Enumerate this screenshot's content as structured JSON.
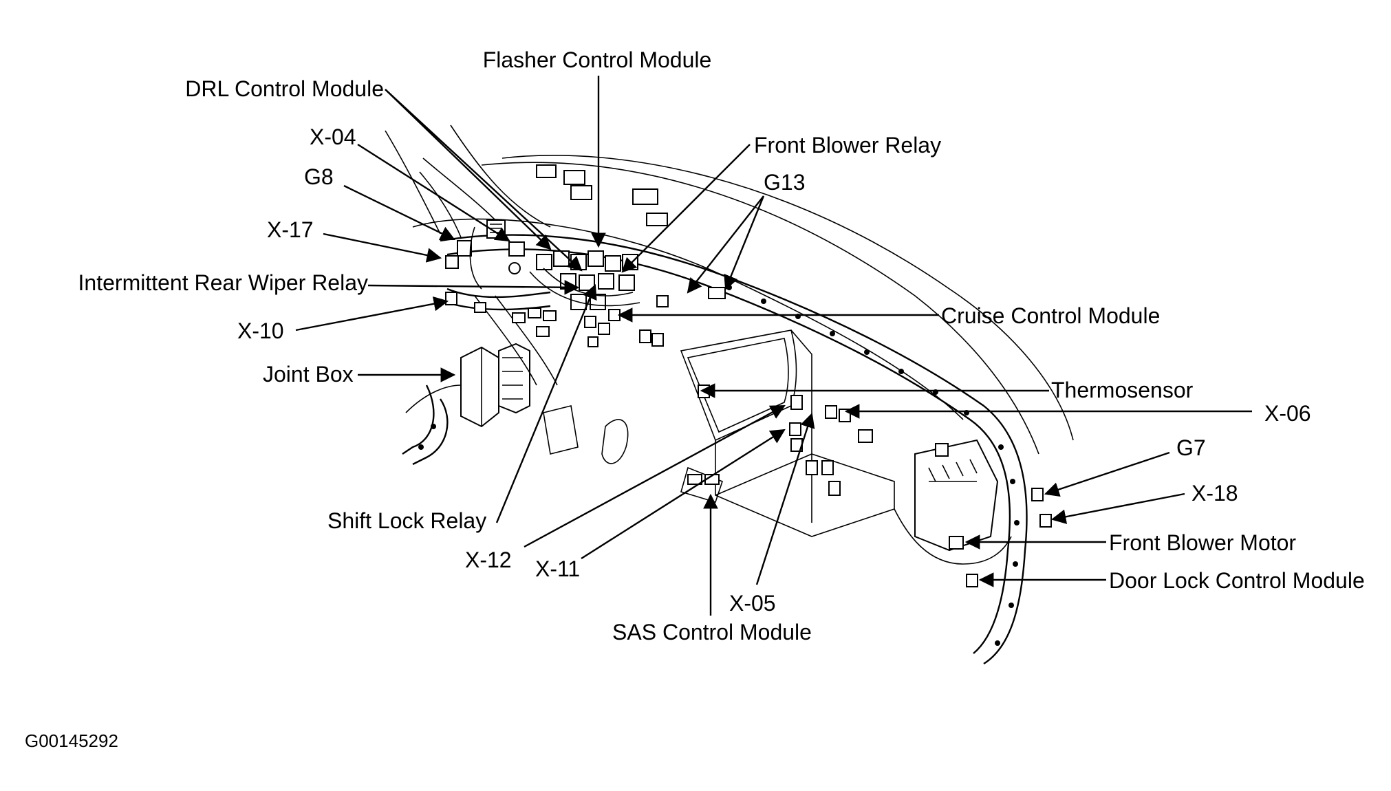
{
  "colors": {
    "ink": "#000000",
    "paper": "#ffffff"
  },
  "labels": {
    "flasher_control_module": "Flasher Control Module",
    "drl_control_module": "DRL Control Module",
    "x04": "X-04",
    "front_blower_relay": "Front Blower Relay",
    "g13": "G13",
    "g8": "G8",
    "x17": "X-17",
    "intermittent_rear_wiper_relay": "Intermittent Rear Wiper Relay",
    "cruise_control_module": "Cruise Control Module",
    "x10": "X-10",
    "joint_box": "Joint Box",
    "thermosensor": "Thermosensor",
    "x06": "X-06",
    "g7": "G7",
    "x18": "X-18",
    "front_blower_motor": "Front Blower Motor",
    "door_lock_control_module": "Door Lock Control Module",
    "shift_lock_relay": "Shift Lock Relay",
    "x12": "X-12",
    "x11": "X-11",
    "x05": "X-05",
    "sas_control_module": "SAS Control Module"
  },
  "figure_code": "G00145292"
}
